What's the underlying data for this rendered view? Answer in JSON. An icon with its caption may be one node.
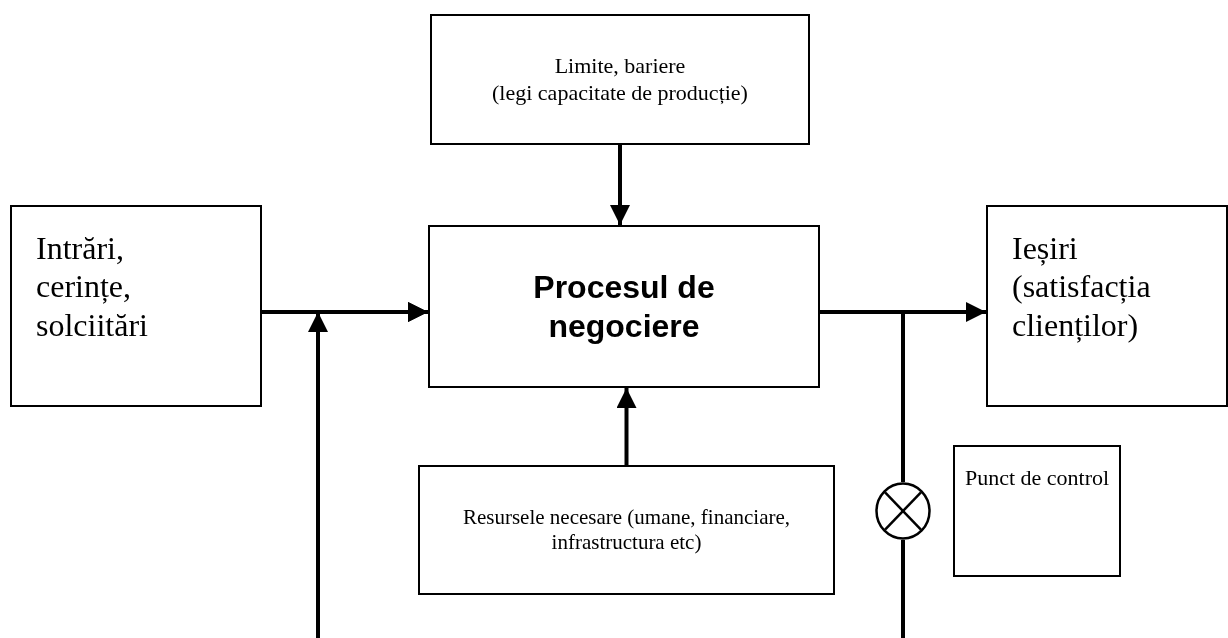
{
  "diagram": {
    "nodes": [
      {
        "text": [
          "Limite, bariere",
          "(legi capacitate de producție)"
        ]
      },
      {
        "text": [
          "Intrări, cerințe, solciitări"
        ]
      },
      {
        "text": [
          "Procesul de negociere"
        ]
      },
      {
        "text": [
          "Ieșiri (satisfacția clienților)"
        ]
      },
      {
        "text": [
          "Resursele necesare (umane, financiare, infrastructura etc)"
        ]
      },
      {
        "text": [],
        "shape": "circle"
      },
      {
        "text": [
          "Punct de control"
        ]
      }
    ],
    "edges": [
      {
        "from": 0,
        "to": 2,
        "arrow": "to"
      },
      {
        "from": 1,
        "to": 2,
        "arrow": "to"
      },
      {
        "from": 4,
        "to": 2,
        "arrow": "to"
      },
      {
        "from": 2,
        "to": 3,
        "arrow": "to"
      },
      {
        "from": 2,
        "to": 5,
        "arrow": "none"
      },
      {
        "from": 5,
        "to": null,
        "arrow": "none"
      },
      {
        "from": null,
        "to": 2,
        "arrow": "to"
      }
    ]
  }
}
